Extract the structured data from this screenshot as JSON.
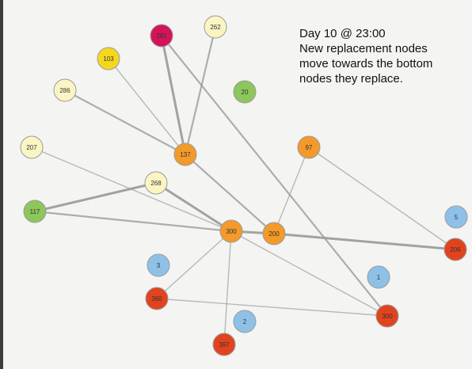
{
  "caption": {
    "title": "Day 10 @ 23:00",
    "line1": "New replacement nodes",
    "line2": "move towards the bottom",
    "line3": "nodes they replace."
  },
  "palette": {
    "pale_yellow": "#fbf5c4",
    "yellow": "#f5d81e",
    "magenta": "#d4145a",
    "green": "#8dc65a",
    "orange": "#f39a2a",
    "blue": "#8ec1e8",
    "red": "#e2431f",
    "edge": "#9a9a9a"
  },
  "nodes": [
    {
      "id": "n281",
      "label": "281",
      "color": "magenta"
    },
    {
      "id": "n262",
      "label": "262",
      "color": "pale_yellow"
    },
    {
      "id": "n103",
      "label": "103",
      "color": "yellow"
    },
    {
      "id": "n286",
      "label": "286",
      "color": "pale_yellow"
    },
    {
      "id": "n20",
      "label": "20",
      "color": "green"
    },
    {
      "id": "n207",
      "label": "207",
      "color": "pale_yellow"
    },
    {
      "id": "n137",
      "label": "137",
      "color": "orange"
    },
    {
      "id": "n97",
      "label": "97",
      "color": "orange"
    },
    {
      "id": "n268",
      "label": "268",
      "color": "pale_yellow"
    },
    {
      "id": "n117",
      "label": "117",
      "color": "green"
    },
    {
      "id": "n300a",
      "label": "300",
      "color": "orange"
    },
    {
      "id": "n200",
      "label": "200",
      "color": "orange"
    },
    {
      "id": "n5",
      "label": "5",
      "color": "blue"
    },
    {
      "id": "n206",
      "label": "206",
      "color": "red"
    },
    {
      "id": "n3",
      "label": "3",
      "color": "blue"
    },
    {
      "id": "n1",
      "label": "1",
      "color": "blue"
    },
    {
      "id": "n360",
      "label": "360",
      "color": "red"
    },
    {
      "id": "n2",
      "label": "2",
      "color": "blue"
    },
    {
      "id": "n300b",
      "label": "300",
      "color": "red"
    },
    {
      "id": "n397",
      "label": "397",
      "color": "red"
    }
  ],
  "edges": [
    {
      "from": "n281",
      "to": "n137",
      "weight": 3
    },
    {
      "from": "n262",
      "to": "n137",
      "weight": 2
    },
    {
      "from": "n103",
      "to": "n137",
      "weight": 1
    },
    {
      "from": "n286",
      "to": "n137",
      "weight": 2
    },
    {
      "from": "n281",
      "to": "n300b",
      "weight": 2
    },
    {
      "from": "n137",
      "to": "n200",
      "weight": 2
    },
    {
      "from": "n207",
      "to": "n300a",
      "weight": 1
    },
    {
      "from": "n268",
      "to": "n300a",
      "weight": 3
    },
    {
      "from": "n117",
      "to": "n268",
      "weight": 3
    },
    {
      "from": "n117",
      "to": "n300a",
      "weight": 2
    },
    {
      "from": "n97",
      "to": "n200",
      "weight": 1
    },
    {
      "from": "n97",
      "to": "n206",
      "weight": 1
    },
    {
      "from": "n300a",
      "to": "n200",
      "weight": 3
    },
    {
      "from": "n200",
      "to": "n206",
      "weight": 3
    },
    {
      "from": "n300a",
      "to": "n300b",
      "weight": 1
    },
    {
      "from": "n300a",
      "to": "n360",
      "weight": 1
    },
    {
      "from": "n300a",
      "to": "n397",
      "weight": 1
    },
    {
      "from": "n360",
      "to": "n300b",
      "weight": 1
    }
  ]
}
